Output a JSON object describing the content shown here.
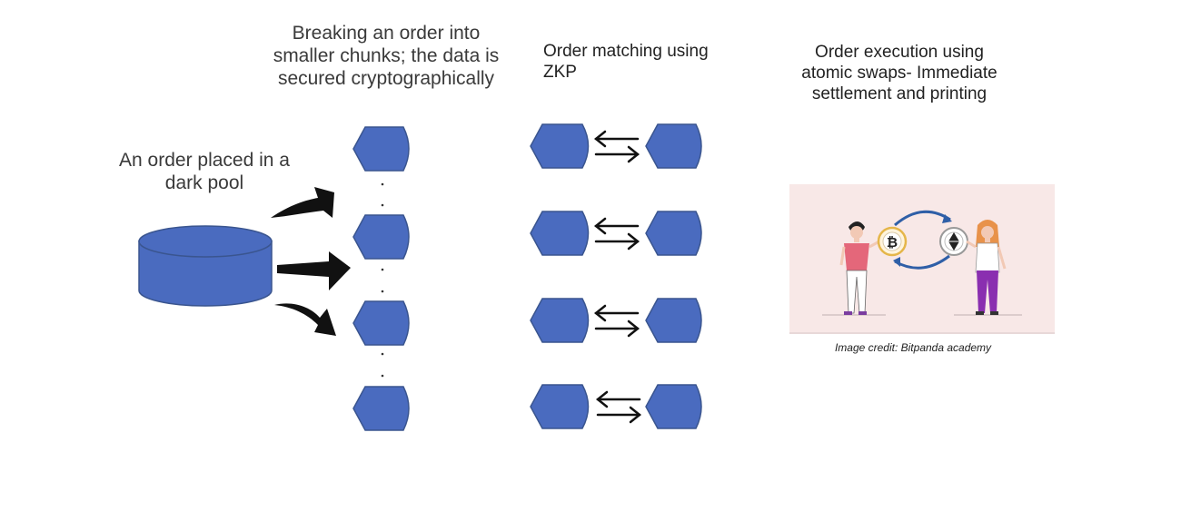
{
  "labels": {
    "order_placed": "An order placed in a dark pool",
    "breaking": "Breaking an order into smaller chunks; the data is secured cryptographically",
    "matching": "Order matching using ZKP",
    "execution": "Order execution using atomic swaps- Immediate settlement and printing"
  },
  "image_credit": "Image credit: Bitpanda academy",
  "colors": {
    "shape_fill": "#4a6bbf",
    "shape_stroke": "#3a558f",
    "arrow": "#111111",
    "illustration_bg": "#f8e8e7",
    "swap_arrow": "#2f5fa7"
  },
  "illustration": {
    "coin_left_icon": "bitcoin-icon",
    "coin_right_icon": "ethereum-icon"
  }
}
